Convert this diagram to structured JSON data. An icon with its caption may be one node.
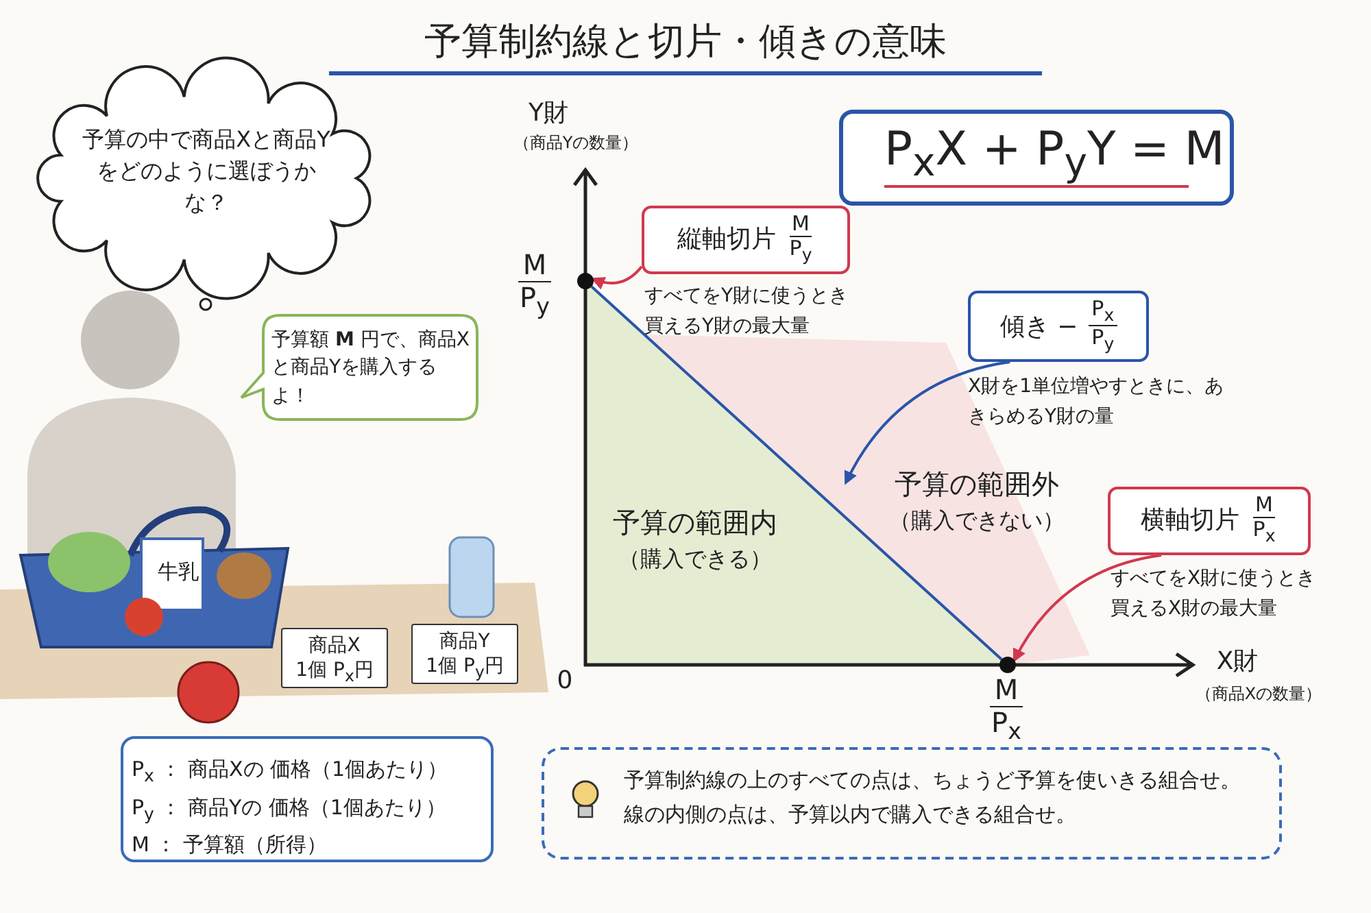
{
  "diagram": {
    "title": "予算制約線と切片・傾きの意味",
    "nodes": [
      {
        "text": [
          "予算の中で商品Xと商品Yをどのように選ぼうかな？"
        ]
      },
      {
        "text": [
          "予算額 **M** 円で、商品Xと商品Yを購入するよ！"
        ]
      },
      {
        "text": [
          "商品X",
          "1個 P$_{x}$円"
        ]
      },
      {
        "text": [
          "商品Y",
          "1個 P$_{y}$円"
        ]
      },
      {
        "text": [
          "P$_{x}$ ： 商品Xの 価格（1個あたり）",
          "P$_{y}$ ： 商品Yの 価格（1個あたり）",
          "M ： 予算額（所得）"
        ]
      },
      {
        "text": [
          "P$_{x}$X + P$_{y}$Y = M"
        ]
      },
      {
        "text": [
          "縦軸切片",
          "M",
          "P$_{y}$"
        ],
        "beside": [
          "すべてをY財に使うとき買えるY財の最大量"
        ]
      },
      {
        "text": [],
        "shape": "circle",
        "beside": [
          "M",
          "P$_{y}$"
        ]
      },
      {
        "text": [
          "傾き −",
          "P$_{x}$",
          "P$_{y}$"
        ],
        "beside": [
          "X財を1単位増やすときに、あきらめるY財の量"
        ]
      },
      {
        "text": [
          "横軸切片",
          "M",
          "P$_{x}$"
        ],
        "beside": [
          "すべてをX財に使うとき買えるX財の最大量"
        ]
      },
      {
        "text": [],
        "shape": "circle",
        "beside": [
          "M",
          "P$_{x}$"
        ]
      },
      {
        "text": [
          "予算制約線の上のすべての点は、ちょうど予算を使いきる組合せ。",
          "線の内側の点は、予算以内で購入できる組合せ。"
        ]
      }
    ],
    "edges": [
      {
        "from": 6,
        "to": 7,
        "arrow": "to",
        "color": "#d0394f"
      },
      {
        "from": 8,
        "to": null,
        "arrow": "to",
        "color": "#2a55a8"
      },
      {
        "from": 9,
        "to": 10,
        "arrow": "to",
        "color": "#d0394f"
      },
      {
        "from": 7,
        "to": 10,
        "arrow": "none",
        "color": "#2a55a8"
      }
    ],
    "labels": [
      "Y財",
      "（商品Yの数量）",
      "予算の範囲外",
      "（購入できない）",
      "予算の範囲内",
      "（購入できる）",
      "X財",
      "（商品Xの数量）",
      "0",
      "牛乳"
    ]
  }
}
